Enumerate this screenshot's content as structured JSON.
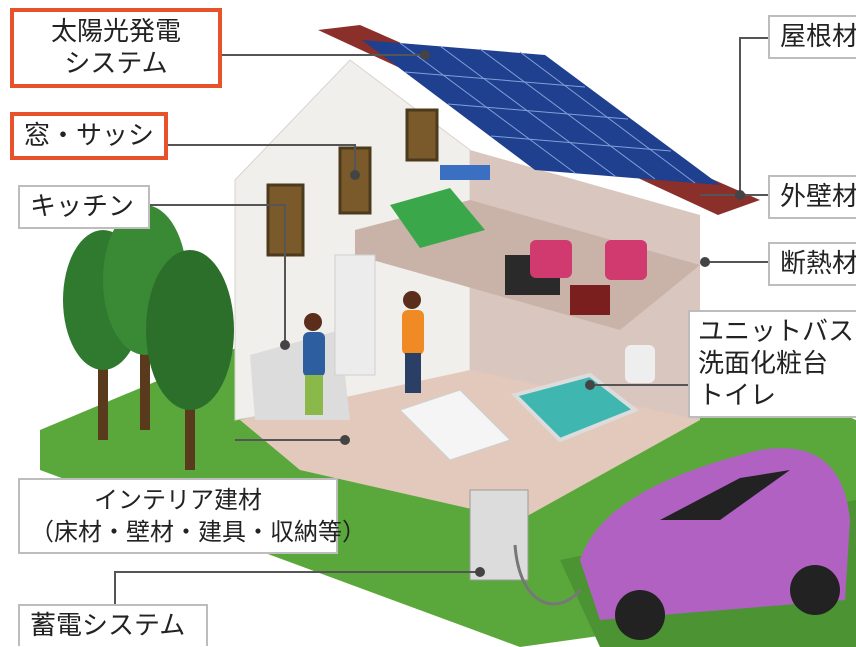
{
  "labels": {
    "solar": {
      "line1": "太陽光発電",
      "line2": "システム"
    },
    "window": "窓・サッシ",
    "kitchen": "キッチン",
    "roof": "屋根材",
    "outer_wall": "外壁材",
    "insulation": "断熱材",
    "bath": {
      "line1": "ユニットバス",
      "line2": "洗面化粧台",
      "line3": "トイレ"
    },
    "interior": {
      "line1": "インテリア建材",
      "line2": "（床材・壁材・建具・収納等）"
    },
    "storage": "蓄電システム"
  },
  "colors": {
    "highlight_border": "#e8522b",
    "label_border": "#bdbdbd",
    "grass": "#5aa83c",
    "roof": "#8a2f2a",
    "solar_panel": "#1f3f8f",
    "car": "#b061c2",
    "tree": "#2f7a2f"
  }
}
